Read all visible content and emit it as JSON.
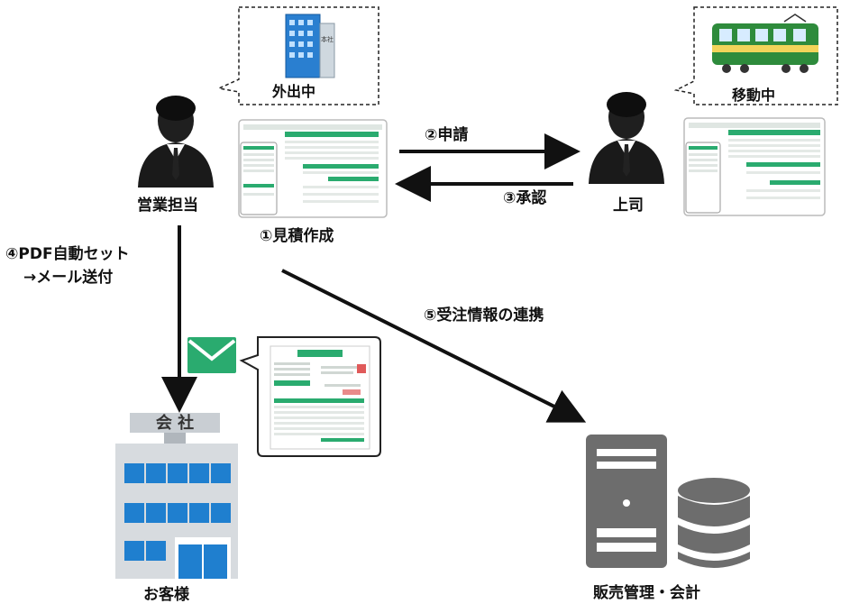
{
  "labels": {
    "sales": "営業担当",
    "boss": "上司",
    "customer": "お客様",
    "system": "販売管理・会計",
    "out_bubble": "外出中",
    "moving_bubble": "移動中",
    "company_sign": "会 社",
    "building_sign": "本社"
  },
  "steps": {
    "create": "①見積作成",
    "apply": "②申請",
    "approve": "③承認",
    "pdf_line1": "④PDF自動セット",
    "pdf_line2": "→メール送付",
    "link": "⑤受注情報の連携"
  },
  "colors": {
    "accent_green": "#2aab6f",
    "arrow": "#111111",
    "building_blue": "#1f7fcf",
    "server_gray": "#6d6d6d",
    "train_green": "#2e8b3c"
  }
}
